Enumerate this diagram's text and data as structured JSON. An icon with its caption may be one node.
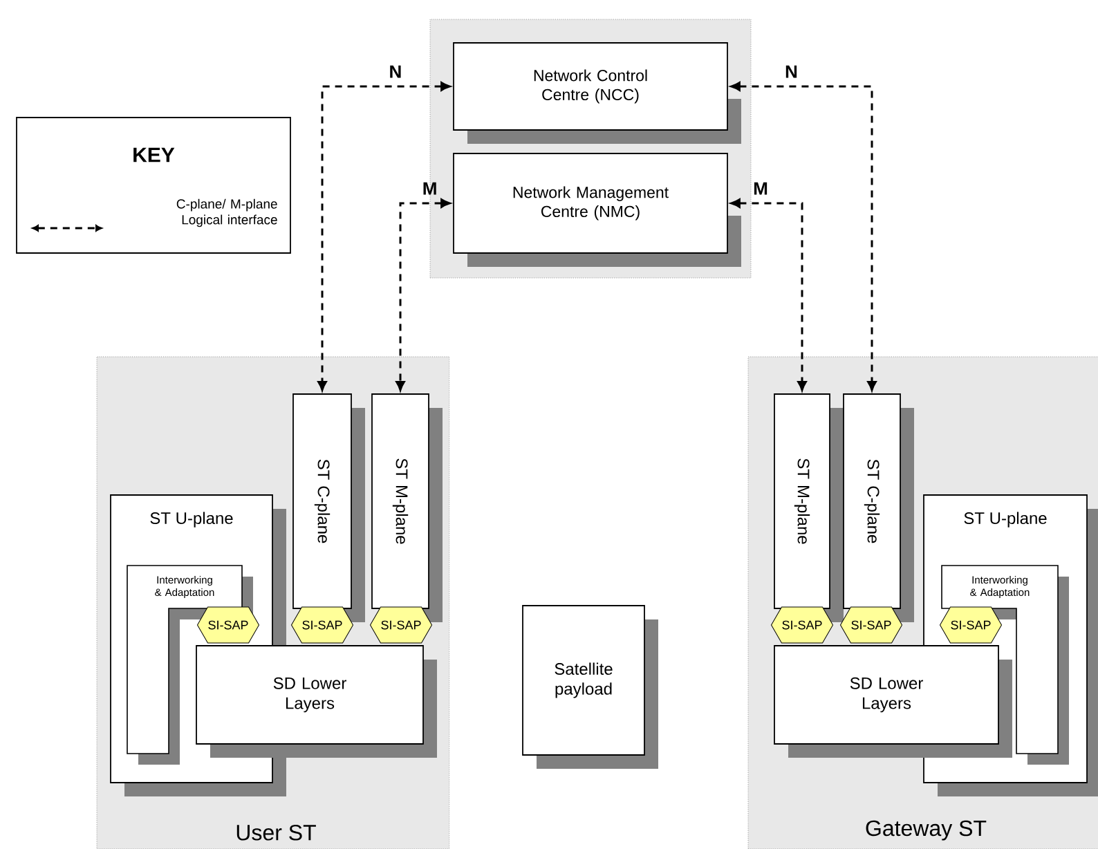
{
  "diagram": {
    "nodes": [
      {
        "text": [],
        "shape": "box"
      },
      {
        "text": [
          "Network Control Centre (NCC)"
        ],
        "in": 0
      },
      {
        "text": [
          "Network Management Centre (NMC)"
        ],
        "in": 0
      },
      {
        "text": [
          "KEY"
        ]
      },
      {
        "text": [
          "User ST"
        ]
      },
      {
        "text": [
          "ST C-plane"
        ],
        "in": 4
      },
      {
        "text": [
          "ST M-plane"
        ],
        "in": 4
      },
      {
        "text": [
          "ST U-plane"
        ],
        "in": 4
      },
      {
        "text": [
          "Interworking & Adaptation"
        ],
        "in": 7
      },
      {
        "text": [
          "SD Lower Layers"
        ],
        "in": 4
      },
      {
        "text": [
          "SI-SAP"
        ],
        "in": 7
      },
      {
        "text": [
          "SI-SAP"
        ],
        "in": 4
      },
      {
        "text": [
          "SI-SAP"
        ],
        "in": 4
      },
      {
        "text": [
          "Satellite payload"
        ]
      },
      {
        "text": [
          "Gateway ST"
        ]
      },
      {
        "text": [
          "ST M-plane"
        ],
        "in": 14
      },
      {
        "text": [
          "ST C-plane"
        ],
        "in": 14
      },
      {
        "text": [
          "ST U-plane"
        ],
        "in": 14
      },
      {
        "text": [
          "Interworking & Adaptation"
        ],
        "in": 17
      },
      {
        "text": [
          "SD Lower Layers"
        ],
        "in": 14
      },
      {
        "text": [
          "SI-SAP"
        ],
        "in": 14
      },
      {
        "text": [
          "SI-SAP"
        ],
        "in": 14
      },
      {
        "text": [
          "SI-SAP"
        ],
        "in": 17
      }
    ],
    "edges": [
      {
        "from": 1,
        "to": 5,
        "arrow": "both",
        "style": "dashed",
        "label": "N"
      },
      {
        "from": 2,
        "to": 6,
        "arrow": "both",
        "style": "dashed",
        "label": "M"
      },
      {
        "from": 1,
        "to": 16,
        "arrow": "both",
        "style": "dashed",
        "label": "N"
      },
      {
        "from": 2,
        "to": 15,
        "arrow": "both",
        "style": "dashed",
        "label": "M"
      }
    ],
    "legend": [
      {
        "text": "C-plane/ M-plane Logical interface"
      }
    ]
  }
}
